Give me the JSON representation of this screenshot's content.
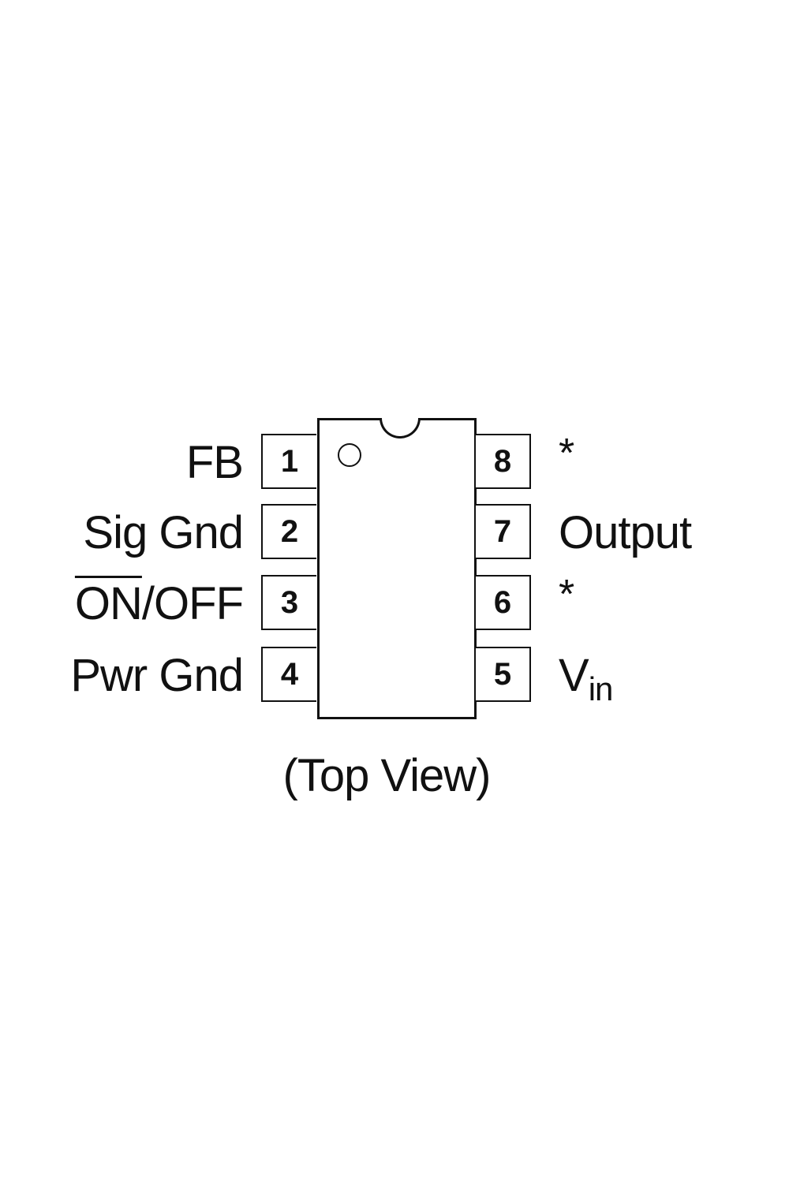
{
  "pins": {
    "p1": {
      "number": "1",
      "label": "FB"
    },
    "p2": {
      "number": "2",
      "label": "Sig Gnd"
    },
    "p3": {
      "number": "3",
      "label_overbar": "ON",
      "label_rest": "/OFF"
    },
    "p4": {
      "number": "4",
      "label": "Pwr Gnd"
    },
    "p5": {
      "number": "5",
      "label_main": "V",
      "label_sub": "in"
    },
    "p6": {
      "number": "6",
      "label": "*"
    },
    "p7": {
      "number": "7",
      "label": "Output"
    },
    "p8": {
      "number": "8",
      "label": "*"
    }
  },
  "caption": "(Top View)"
}
